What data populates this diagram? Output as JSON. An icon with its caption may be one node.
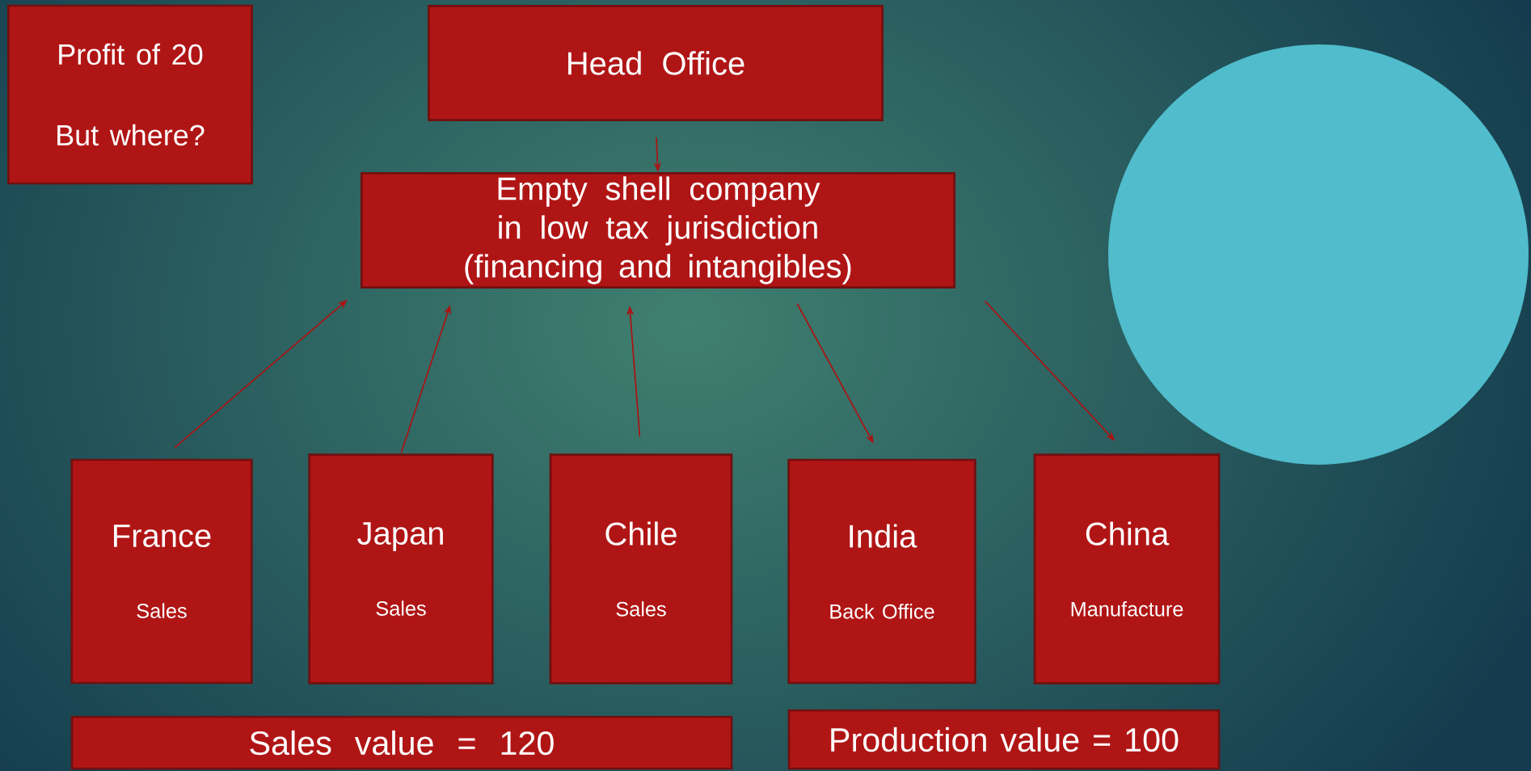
{
  "diagram": {
    "nodes": [
      {
        "text": [
          "Profit of 20",
          "But where?"
        ]
      },
      {
        "text": [
          "Head Office"
        ]
      },
      {
        "text": [
          "Empty shell company in low tax jurisdiction",
          "(financing and intangibles)"
        ]
      },
      {
        "text": [
          "France",
          "Sales"
        ]
      },
      {
        "text": [
          "Japan",
          "Sales"
        ]
      },
      {
        "text": [
          "Chile",
          "Sales"
        ]
      },
      {
        "text": [
          "India",
          "Back Office"
        ]
      },
      {
        "text": [
          "China",
          "Manufacture"
        ]
      },
      {
        "text": [
          "Sales value = 120"
        ]
      },
      {
        "text": [
          "Production value = 100"
        ]
      },
      {
        "text": [],
        "shape": "circle"
      }
    ],
    "edges": [
      {
        "from": 1,
        "to": 2,
        "arrow": "to"
      },
      {
        "from": 3,
        "to": 2,
        "arrow": "to"
      },
      {
        "from": 4,
        "to": 2,
        "arrow": "to"
      },
      {
        "from": 5,
        "to": 2,
        "arrow": "to"
      },
      {
        "from": 2,
        "to": 6,
        "arrow": "to"
      },
      {
        "from": 2,
        "to": 7,
        "arrow": "to"
      }
    ]
  }
}
